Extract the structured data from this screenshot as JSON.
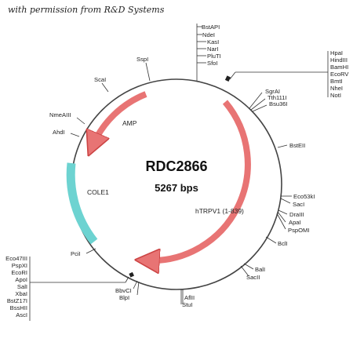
{
  "credit": "with permission from R&D Systems",
  "plasmid": {
    "name": "RDC2866",
    "size": "5267 bps",
    "colors": {
      "backbone": "#444444",
      "orf": "#e87474",
      "amp": "#e87474",
      "ori": "#6dd3d1"
    }
  },
  "features": {
    "amp": "AMP",
    "cole1": "COLE1",
    "htrpv1": "hTRPV1 (1-839)"
  },
  "sites": {
    "top_cluster": [
      "BstAPI",
      "NdeI",
      "KasI",
      "NarI",
      "PluTI",
      "SfoI"
    ],
    "right_cluster": [
      "HpaI",
      "HindIII",
      "BamHI",
      "EcoRV",
      "BmtI",
      "NheI",
      "NotI"
    ],
    "sgrai_cluster": [
      "SgrAI",
      "Tth111I",
      "Bsu36I"
    ],
    "bsteii": "BstEII",
    "eco53_cluster": [
      "Eco53kI",
      "SacI"
    ],
    "drai_cluster": [
      "DraIII",
      "ApaI",
      "PspOMI"
    ],
    "bcli": "BclI",
    "bali": "BalI",
    "sacii": "SacII",
    "afliii_cluster": [
      "AflII",
      "StuI"
    ],
    "bbvci_cluster": [
      "BbvCI",
      "BlpI"
    ],
    "left_cluster": [
      "Eco47III",
      "PspXI",
      "EcoRI",
      "ApoI",
      "SalI",
      "XbaI",
      "BstZ17I",
      "BssHII",
      "AscI"
    ],
    "pcii": "PciI",
    "ahdi": "AhdI",
    "nmeaiii": "NmeAIII",
    "scai": "ScaI",
    "sspi": "SspI"
  }
}
